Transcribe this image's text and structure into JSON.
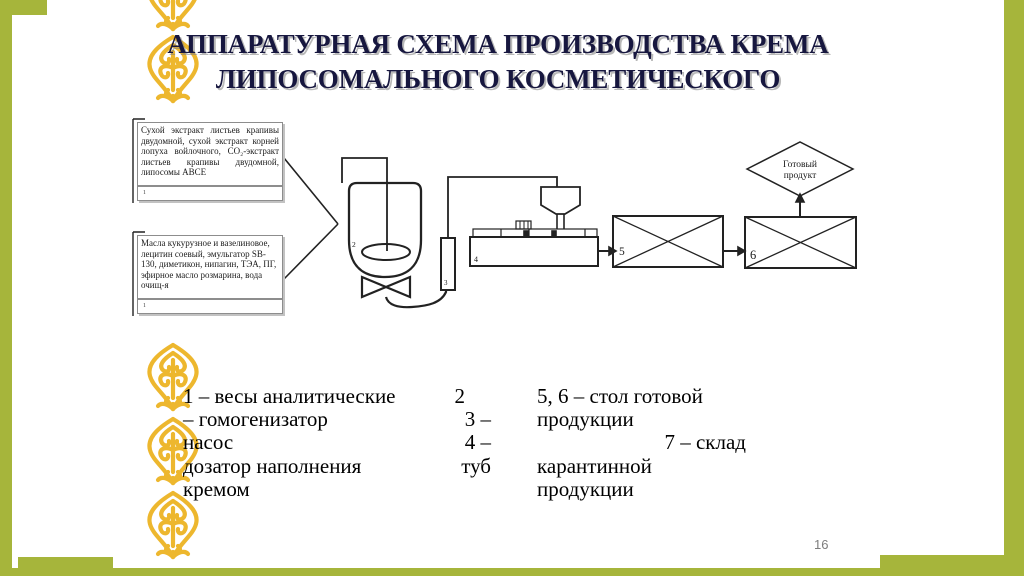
{
  "colors": {
    "frame_green": "#a6b53b",
    "ornament_gold": "#edb72e",
    "title_navy": "#17173f",
    "diagram_line": "#222222",
    "page_number_grey": "#7d7d7d"
  },
  "title": {
    "line1": "АППАРАТУРНАЯ СХЕМА ПРОИЗВОДСТВА КРЕМА",
    "line2": "ЛИПОСОМАЛЬНОГО КОСМЕТИЧЕСКОГО"
  },
  "ingredient_boxes": [
    {
      "text": "Сухой экстракт листьев крапивы двудомной, сухой экстракт корней лопуха войлочного, СО₂-экстракт листьев крапивы двудомной, липосомы АВСЕ",
      "scale_label": "1"
    },
    {
      "text": "Масла кукурузное и вазелиновое, лецитин соевый, эмульгатор SB-130, диметикон, нипагин, ТЭА, ПГ, эфирное масло розмарина, вода очищ-я",
      "scale_label": "1"
    }
  ],
  "diagram": {
    "vessel_label": "2",
    "pump_label": "3",
    "filler_label": "4",
    "table1_label": "5",
    "table2_label": "6",
    "product_diamond_line1": "Готовый",
    "product_diamond_line2": "продукт"
  },
  "legend": {
    "left": [
      {
        "l": "1 – весы аналитические",
        "r": "2"
      },
      {
        "l": "– гомогенизатор",
        "r": "3 –"
      },
      {
        "l": "насос",
        "r": "4 –"
      },
      {
        "l": "дозатор наполнения",
        "r": "туб"
      },
      {
        "l": "кремом",
        "r": ""
      }
    ],
    "right": [
      {
        "l": "5, 6 – стол готовой",
        "r": ""
      },
      {
        "l": "продукции",
        "r": ""
      },
      {
        "l": "",
        "r": "7 – склад"
      },
      {
        "l": "карантинной",
        "r": ""
      },
      {
        "l": "продукции",
        "r": ""
      }
    ]
  },
  "page_number": "16"
}
